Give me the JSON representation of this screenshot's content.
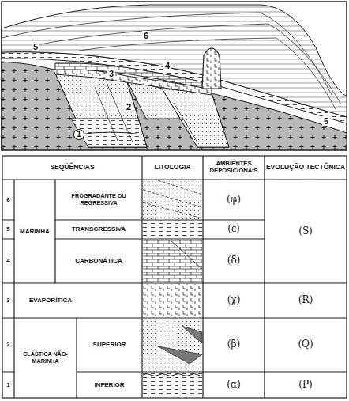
{
  "diagram": {
    "labels": [
      "6",
      "5",
      "3",
      "4",
      "2",
      "1",
      "5",
      "SEQÜÊNCIAS",
      "LITOLOGIA",
      "AMBIENTES DEPOSICIONAIS",
      "EVOLUÇÃO TECTÔNICA",
      "6",
      "MARINHA",
      "PROGRADANTE OU REGRESSIVA",
      "(φ)",
      "(S)",
      "5",
      "TRANSGRESSIVA",
      "(ε)",
      "4",
      "CARBONÁTICA",
      "(δ)",
      "3",
      "EVAPORÍTICA",
      "(χ)",
      "(R)",
      "2",
      "CLÁSTICA NÃO-MARINHA",
      "SUPERIOR",
      "(β)",
      "(Q)",
      "1",
      "INFERIOR",
      "(α)",
      "(P)"
    ]
  }
}
